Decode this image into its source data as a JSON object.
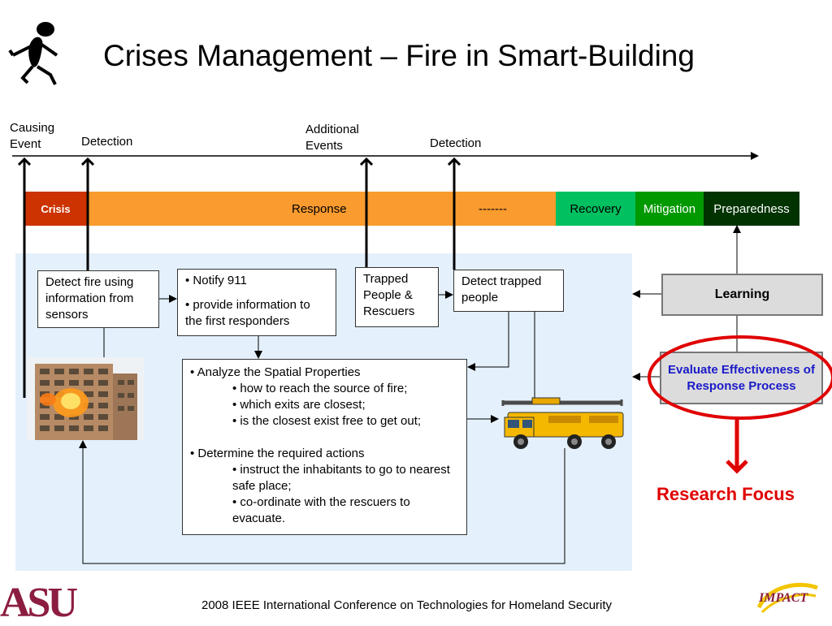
{
  "title": "Crises Management – Fire in Smart-Building",
  "timeline": {
    "causing_event": "Causing\nEvent",
    "detection_1": "Detection",
    "additional_events": "Additional\nEvents",
    "detection_2": "Detection"
  },
  "stages": {
    "crisis": "Crisis",
    "response": "Response",
    "dashes": "-------",
    "recovery": "Recovery",
    "mitigation": "Mitigation",
    "preparedness": "Preparedness"
  },
  "boxes": {
    "detect_fire": "Detect fire using information from sensors",
    "notify_1": "• Notify 911",
    "notify_2": "• provide information to the first responders",
    "trapped": "Trapped People & Rescuers",
    "detect_trapped": "Detect trapped people",
    "analyze": {
      "heading1": "• Analyze the Spatial Properties",
      "items1": [
        "• how to reach the source of fire;",
        "• which exits are closest;",
        "• is the closest exist free to get out;"
      ],
      "heading2": "• Determine the required actions",
      "items2": [
        "• instruct the inhabitants to go to nearest safe place;",
        "• co-ordinate with the rescuers to evacuate."
      ]
    }
  },
  "learning": "Learning",
  "evaluate": "Evaluate Effectiveness of Response Process",
  "research_focus": "Research Focus",
  "footer": "2008 IEEE International Conference on Technologies for Homeland Security",
  "logos": {
    "asu": "ASU",
    "impact": "IMPACT"
  },
  "colors": {
    "crisis": "#cc3300",
    "response": "#f99b2f",
    "recovery": "#00c060",
    "mitigation": "#009900",
    "preparedness": "#003300",
    "panel": "#e4f0fb",
    "focus_red": "#e00000",
    "evaluate_text": "#1a1ac8",
    "asu_maroon": "#8c1d40"
  }
}
